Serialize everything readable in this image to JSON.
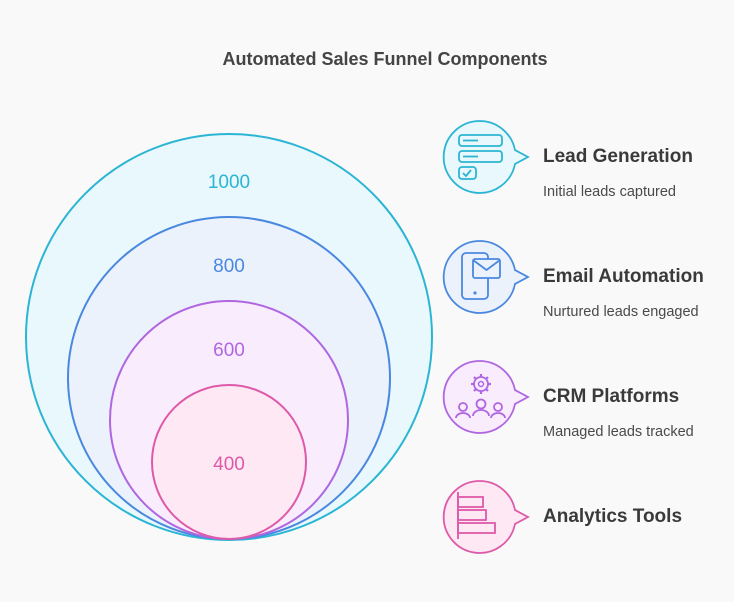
{
  "title": "Automated Sales Funnel Components",
  "chart_data": {
    "type": "nested-circles",
    "values": [
      1000,
      800,
      600,
      400
    ]
  },
  "colors": {
    "cyan": "#2bb5d4",
    "blue": "#4a88e0",
    "purple": "#b066e0",
    "pink": "#de5aa8"
  },
  "circles": [
    {
      "label": "1000"
    },
    {
      "label": "800"
    },
    {
      "label": "600"
    },
    {
      "label": "400"
    }
  ],
  "legend": [
    {
      "heading": "Lead Generation",
      "description": "Initial leads captured",
      "icon": "form-checklist-icon"
    },
    {
      "heading": "Email Automation",
      "description": "Nurtured leads engaged",
      "icon": "phone-email-icon"
    },
    {
      "heading": "CRM Platforms",
      "description": "Managed leads tracked",
      "icon": "gear-people-icon"
    },
    {
      "heading": "Analytics Tools",
      "description": "",
      "icon": "bar-chart-icon"
    }
  ]
}
